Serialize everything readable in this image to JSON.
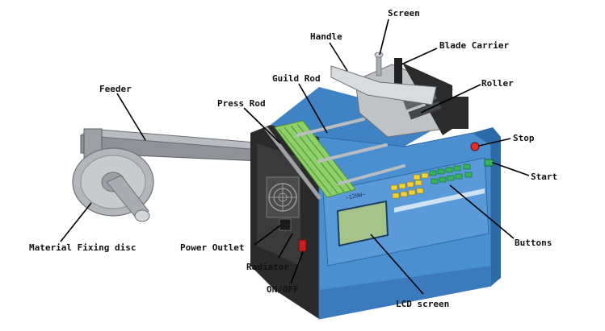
{
  "colors": {
    "machine_blue": "#4a8fd0",
    "machine_blue_dark": "#2d6aa8",
    "frame_dark": "#2a2a2a",
    "metal": "#c9cccf",
    "lcd": "#a6c38a",
    "green_key": "#35b25a",
    "yellow_key": "#f1d23a",
    "stop_red": "#e23030",
    "wire_green": "#8fd06a",
    "leader": "#000000"
  },
  "labels": {
    "screen": "Screen",
    "handle": "Handle",
    "blade_carrier": "Blade Carrier",
    "guild_rod": "Guild Rod",
    "roller": "Roller",
    "feeder": "Feeder",
    "press_rod": "Press Rod",
    "stop": "Stop",
    "start": "Start",
    "buttons": "Buttons",
    "material_fixing_disc": "Material Fixing disc",
    "power_outlet": "Power Outlet",
    "radiator": "Radiator",
    "on_off": "ON/OFF",
    "lcd_screen": "LCD screen"
  },
  "panel": {
    "model_text": "~120W~"
  },
  "icons": {
    "fan": "fan-grille-icon",
    "power_switch": "rocker-switch-icon"
  }
}
